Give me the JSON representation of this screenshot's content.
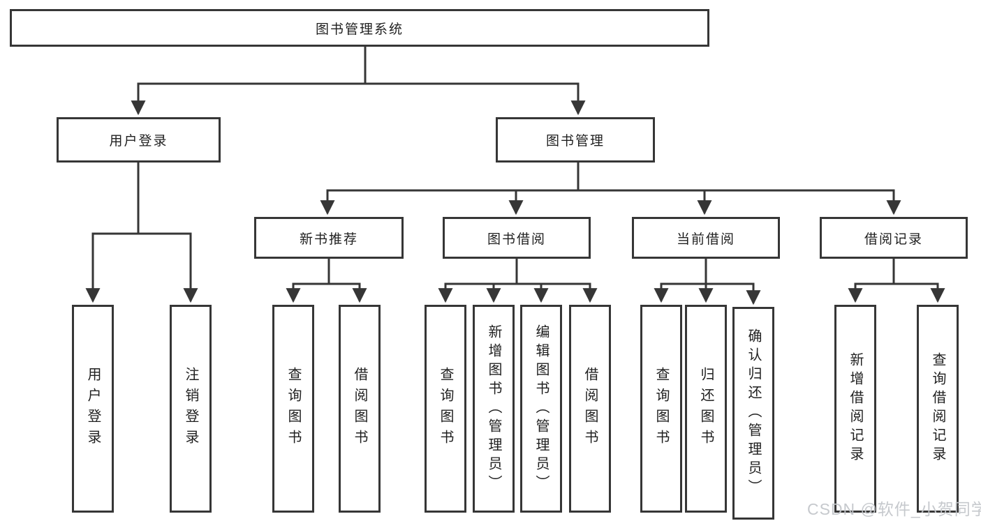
{
  "diagram": {
    "root": {
      "label": "图书管理系统"
    },
    "login": {
      "label": "用户登录",
      "children": [
        {
          "label": "用户登录"
        },
        {
          "label": "注销登录"
        }
      ]
    },
    "management": {
      "label": "图书管理",
      "sections": [
        {
          "label": "新书推荐",
          "children": [
            {
              "label": "查询图书"
            },
            {
              "label": "借阅图书"
            }
          ]
        },
        {
          "label": "图书借阅",
          "children": [
            {
              "label": "查询图书"
            },
            {
              "label": "新增图书（管理员）"
            },
            {
              "label": "编辑图书（管理员）"
            },
            {
              "label": "借阅图书"
            }
          ]
        },
        {
          "label": "当前借阅",
          "children": [
            {
              "label": "查询图书"
            },
            {
              "label": "归还图书"
            },
            {
              "label": "确认归还（管理员）"
            }
          ]
        },
        {
          "label": "借阅记录",
          "children": [
            {
              "label": "新增借阅记录"
            },
            {
              "label": "查询借阅记录"
            }
          ]
        }
      ]
    },
    "colors": {
      "line": "#363636",
      "text": "#1f1f1f",
      "background": "#ffffff",
      "watermark": "#c3c6ca"
    }
  },
  "watermark": {
    "text": "CSDN @软件_小贺同学"
  }
}
